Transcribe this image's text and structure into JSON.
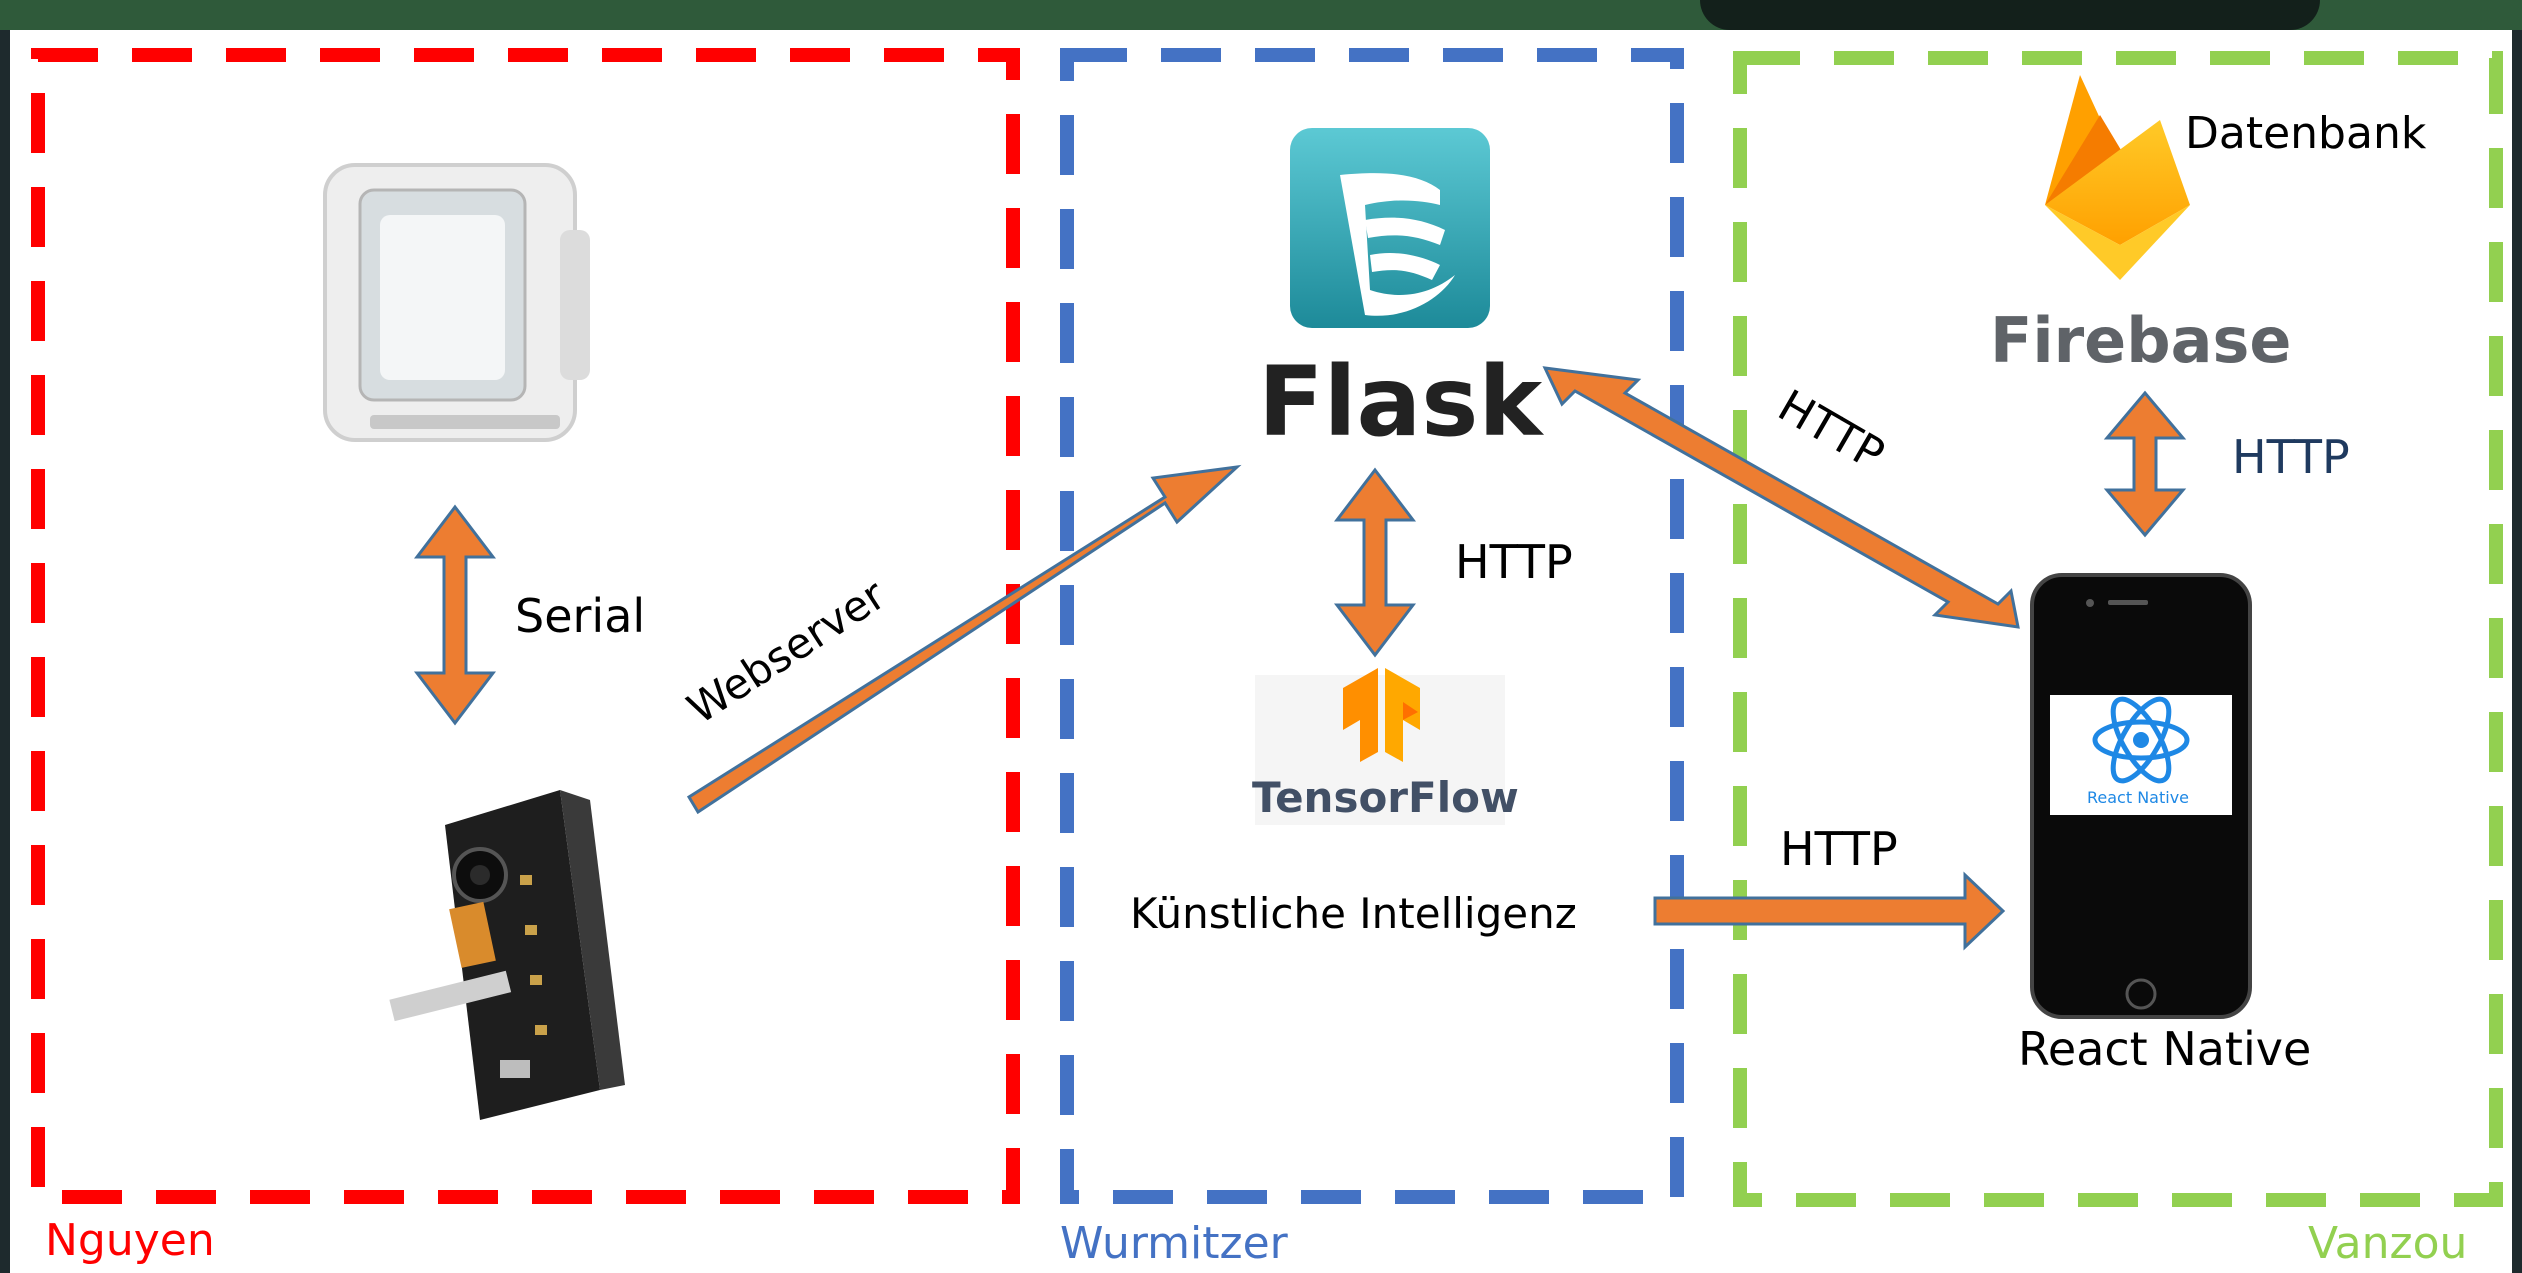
{
  "regions": {
    "left": {
      "owner": "Nguyen",
      "color": "#ff0000"
    },
    "middle": {
      "owner": "Wurmitzer",
      "color": "#4472c4"
    },
    "right": {
      "owner": "Vanzou",
      "color": "#92d050"
    }
  },
  "labels": {
    "serial": "Serial",
    "webserver": "Webserver",
    "http_flask_tf": "HTTP",
    "http_flask_phone": "HTTP",
    "http_firebase_phone": "HTTP",
    "http_ki_phone": "HTTP",
    "ki": "Künstliche Intelligenz",
    "datenbank": "Datenbank",
    "react_native": "React Native"
  },
  "logos": {
    "flask": "Flask",
    "tensorflow": "TensorFlow",
    "firebase": "Firebase",
    "react_native_screen": "React Native"
  },
  "colors": {
    "arrow": "#ed7d31",
    "arrow_border": "#41719c"
  }
}
